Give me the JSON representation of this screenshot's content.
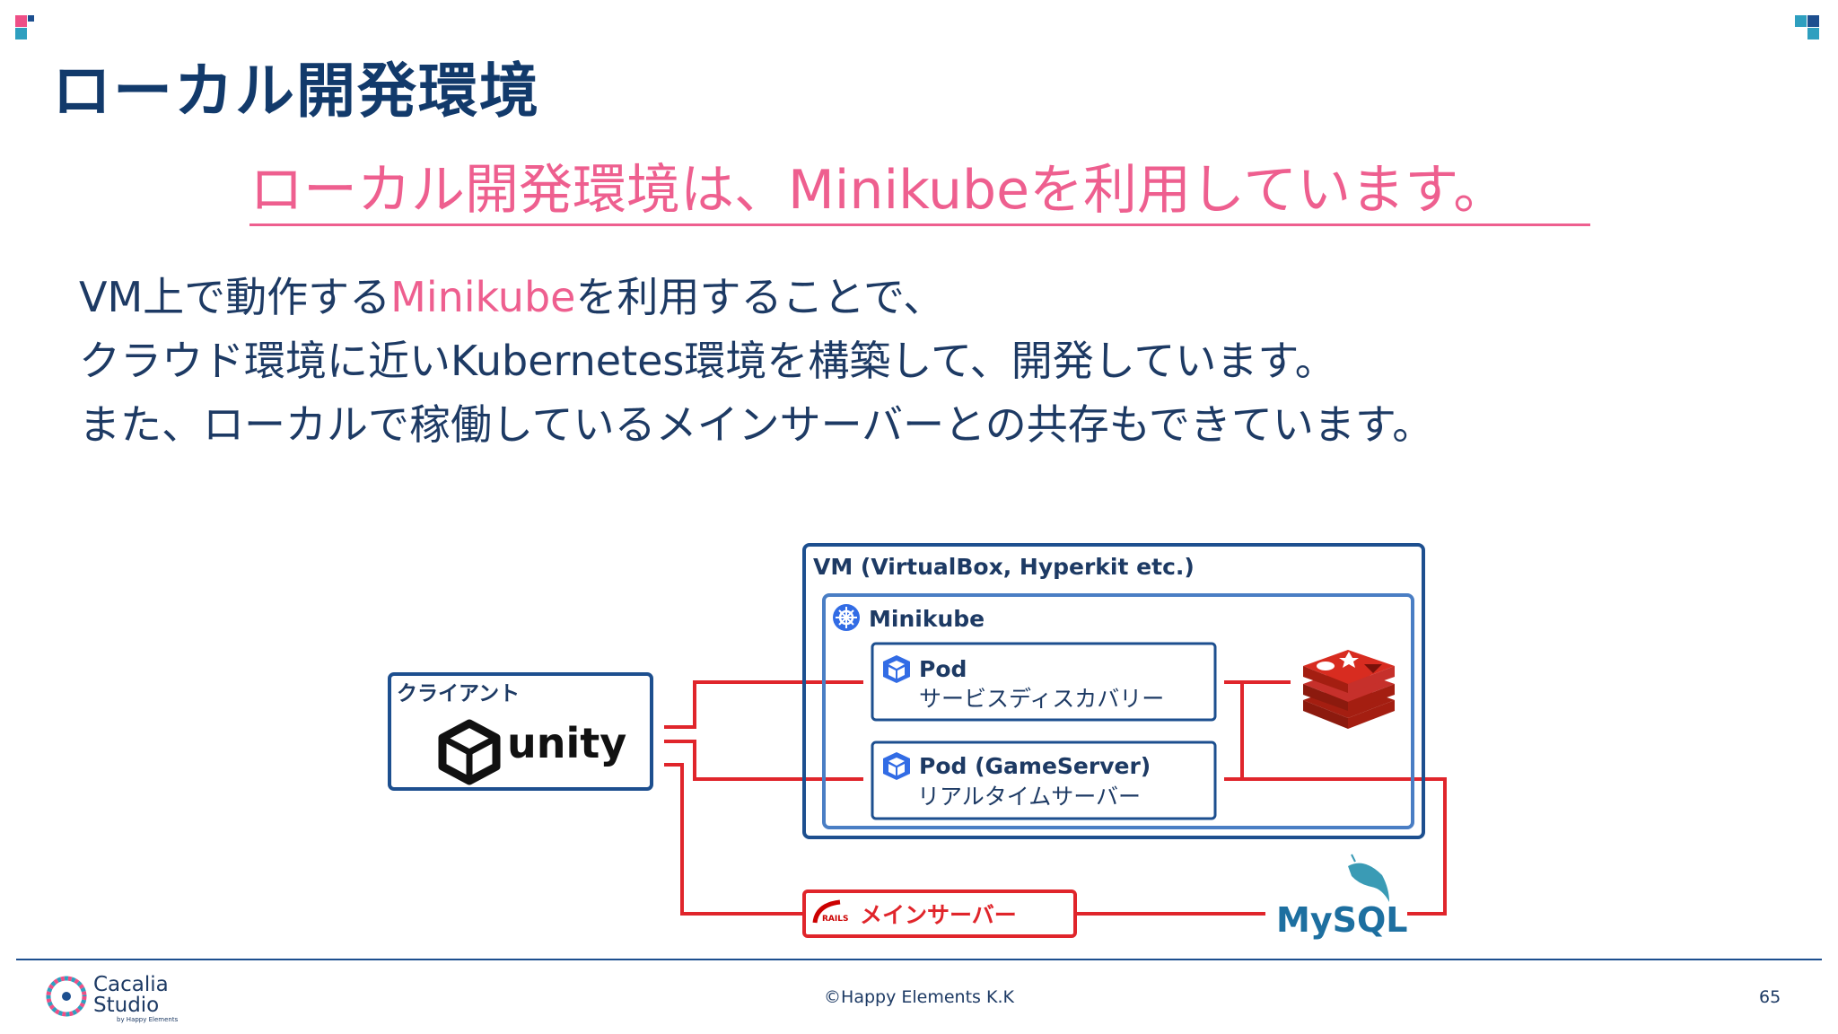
{
  "title": "ローカル開発環境",
  "headline": "ローカル開発環境は、Minikubeを利用しています。",
  "body": {
    "line1_before": "VM上で動作する",
    "line1_highlight": "Minikube",
    "line1_after": "を利用することで、",
    "line2": "クラウド環境に近いKubernetes環境を構築して、開発しています。",
    "line3": "また、ローカルで稼働しているメインサーバーとの共存もできています。"
  },
  "diagram": {
    "client_label": "クライアント",
    "unity_label": "unity",
    "vm_label": "VM (VirtualBox, Hyperkit etc.)",
    "minikube_label": "Minikube",
    "pod1_title": "Pod",
    "pod1_subtitle": "サービスディスカバリー",
    "pod2_title": "Pod (GameServer)",
    "pod2_subtitle": "リアルタイムサーバー",
    "rails_badge": "RAILS",
    "main_server_label": "メインサーバー",
    "mysql_label": "MySQL",
    "colors": {
      "navy": "#1d4f8f",
      "red": "#e0252b",
      "pink": "#ee5f8f",
      "teal": "#3a9bb5"
    }
  },
  "footer": {
    "copyright": "©Happy Elements K.K",
    "page_number": "65",
    "logo_line1": "Cacalia",
    "logo_line2": "Studio",
    "logo_tagline": "by Happy Elements"
  }
}
